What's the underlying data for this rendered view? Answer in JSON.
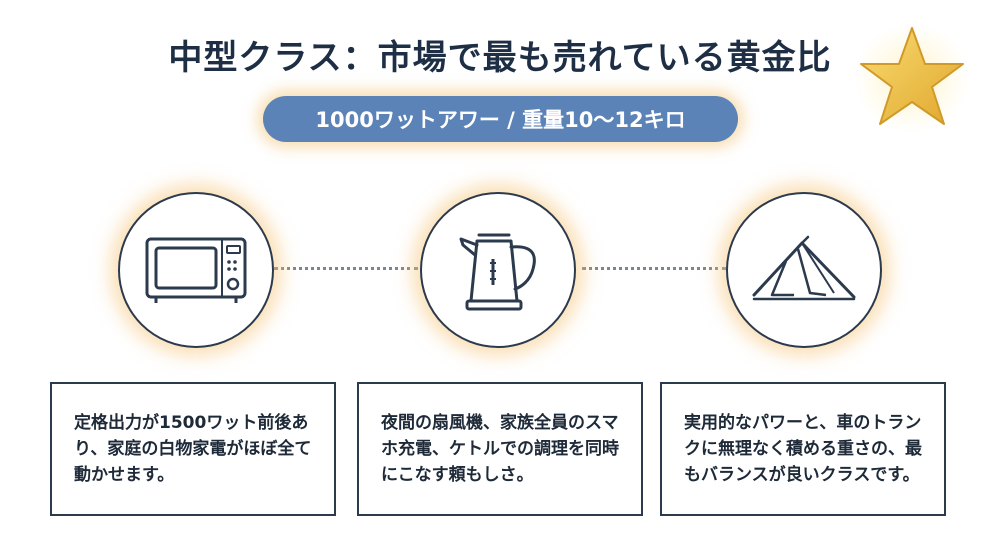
{
  "header": {
    "title": "中型クラス：市場で最も売れている黄金比",
    "subtitle": "1000ワットアワー / 重量10〜12キロ"
  },
  "icons": [
    {
      "name": "microwave-icon"
    },
    {
      "name": "kettle-icon"
    },
    {
      "name": "tent-icon"
    }
  ],
  "cards": [
    {
      "text": "定格出力が1500ワット前後あり、家庭の白物家電がほぼ全て動かせます。"
    },
    {
      "text": "夜間の扇風機、家族全員のスマホ充電、ケトルでの調理を同時にこなす頼もしさ。"
    },
    {
      "text": "実用的なパワーと、車のトランクに無理なく積める重さの、最もバランスが良いクラスです。"
    }
  ],
  "colors": {
    "title": "#1e2e44",
    "pill": "#5b83b8",
    "glow": "#f5c478",
    "star": "#f2c04a",
    "outline": "#2c3a4d"
  }
}
